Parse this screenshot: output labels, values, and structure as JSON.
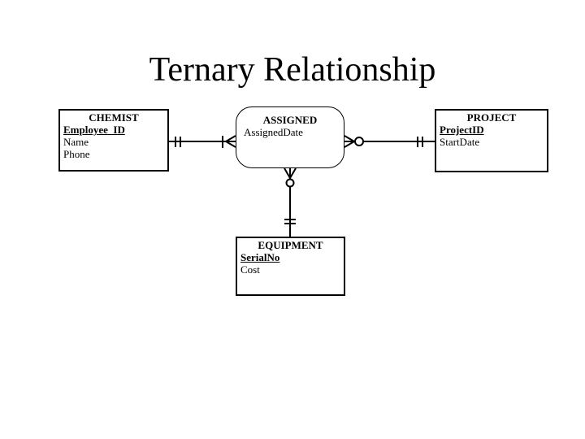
{
  "title": "Ternary Relationship",
  "entities": {
    "chemist": {
      "name": "CHEMIST",
      "key": "Employee_ID",
      "attributes": [
        "Name",
        "Phone"
      ]
    },
    "project": {
      "name": "PROJECT",
      "key": "ProjectID",
      "attributes": [
        "StartDate"
      ]
    },
    "equipment": {
      "name": "EQUIPMENT",
      "key": "SerialNo",
      "attributes": [
        "Cost"
      ]
    }
  },
  "relationship": {
    "name": "ASSIGNED",
    "attributes": [
      "AssignedDate"
    ]
  },
  "notation": {
    "chemist_assigned": {
      "chemist_end": "exactly-one-two-bars",
      "assigned_end": "one-or-many-bar-crowfoot"
    },
    "assigned_project": {
      "assigned_end": "zero-or-many-crowfoot-circle",
      "project_end": "exactly-one-two-bars"
    },
    "assigned_equipment": {
      "assigned_end": "zero-or-many-crowfoot-circle",
      "equipment_end": "exactly-one-two-bars"
    }
  },
  "colors": {
    "ink": "#000000",
    "background": "#ffffff"
  }
}
